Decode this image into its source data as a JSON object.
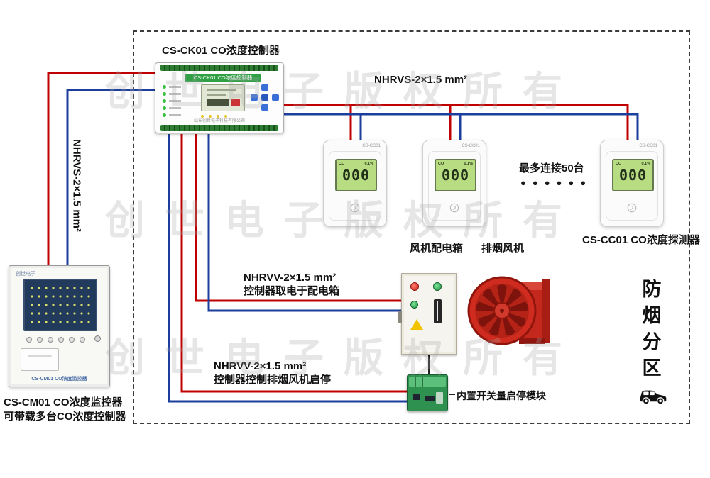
{
  "watermark": {
    "text": "创世电子版权所有"
  },
  "colors": {
    "wire_red": "#c00000",
    "wire_blue": "#1c3f9e",
    "detector_lcd": "#b8dc82",
    "fan_red": "#c4281c",
    "module_green": "#2e9150"
  },
  "controller": {
    "caption": "CS-CK01 CO浓度控制器",
    "panel_title": "CS-CK01 CO浓度控制器",
    "company": "山东创世电子科技有限公司"
  },
  "cables": {
    "left_vertical": "NHRVS-2×1.5 mm²",
    "top_horizontal": "NHRVS-2×1.5 mm²",
    "power_line1": "NHRVV-2×1.5 mm²",
    "power_line2": "控制器取电于配电箱",
    "control_line1": "NHRVV-2×1.5 mm²",
    "control_line2": "控制器控制排烟风机启停"
  },
  "detectors": {
    "model": "CS-CC01",
    "caption": "CS-CC01 CO浓度探测器",
    "max_note": "最多连接50台",
    "dots": "●●●●●●",
    "lcd": {
      "top_left": "CO",
      "top_right": "0.1%",
      "value": "000"
    }
  },
  "monitor": {
    "brand": "创世电子",
    "panel_label": "CS-CM01 CO浓度监控器",
    "caption_line1": "CS-CM01 CO浓度监控器",
    "caption_line2": "可带载多台CO浓度控制器"
  },
  "fan_box": {
    "label": "风机配电箱"
  },
  "fan": {
    "label": "排烟风机"
  },
  "module": {
    "label": "内置开关量启停模块"
  },
  "zone": {
    "label": "防烟分区"
  }
}
